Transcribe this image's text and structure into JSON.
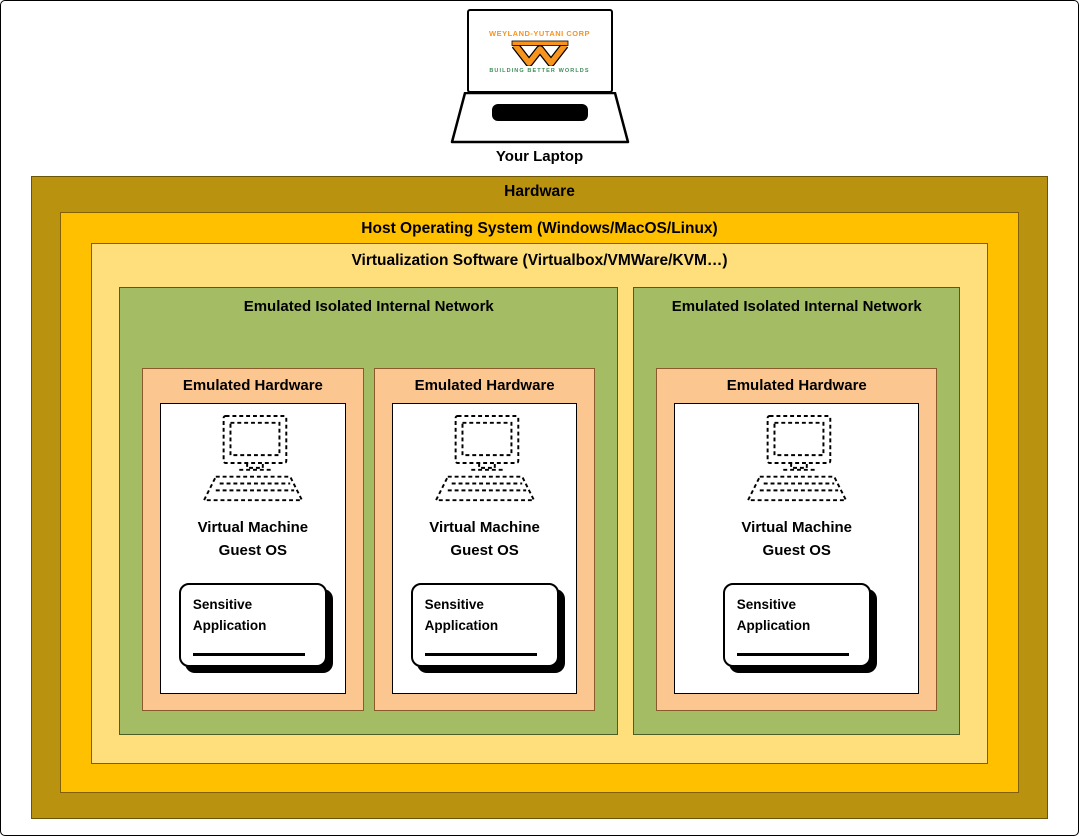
{
  "page": {
    "laptop_label": "Your Laptop",
    "logo": {
      "company": "WEYLAND-YUTANI CORP",
      "tagline": "BUILDING BETTER WORLDS"
    }
  },
  "colors": {
    "hardware_layer": "#B9920F",
    "host_os_layer": "#FFC000",
    "virtualization_layer": "#FFDE7C",
    "network_box": "#A4BD64",
    "emulated_hardware_box": "#FBC690",
    "logo_orange": "#F7941D",
    "logo_green": "#3E8E58"
  },
  "diagram": {
    "hardware_label": "Hardware",
    "host_os_label": "Host Operating System (Windows/MacOS/Linux)",
    "virtualization_label": "Virtualization Software (Virtualbox/VMWare/KVM…)",
    "networks": [
      {
        "label": "Emulated Isolated Internal Network",
        "machines": [
          {
            "hardware_label": "Emulated Hardware",
            "vm_label": "Virtual Machine Guest OS",
            "app_label": "Sensitive Application"
          },
          {
            "hardware_label": "Emulated Hardware",
            "vm_label": "Virtual Machine Guest OS",
            "app_label": "Sensitive Application"
          }
        ]
      },
      {
        "label": "Emulated Isolated Internal Network",
        "machines": [
          {
            "hardware_label": "Emulated Hardware",
            "vm_label": "Virtual Machine Guest OS",
            "app_label": "Sensitive Application"
          }
        ]
      }
    ]
  }
}
